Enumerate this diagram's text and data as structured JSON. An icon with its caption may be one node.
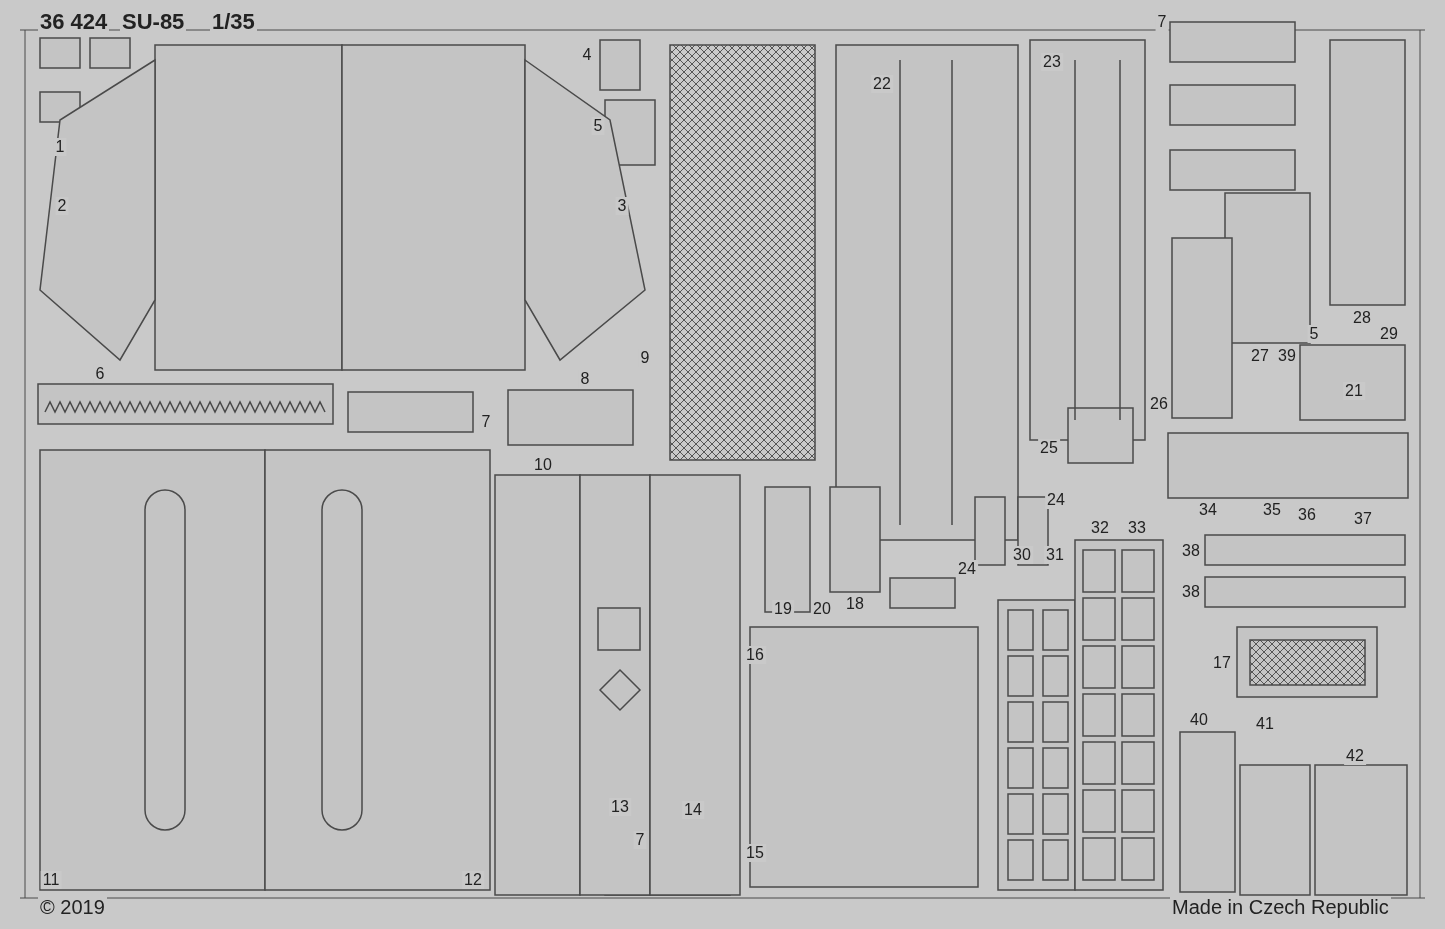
{
  "diagram": {
    "labels": [
      "36 424",
      "SU-85",
      "1/35",
      "7",
      "4",
      "23",
      "22",
      "5",
      "1",
      "2",
      "3",
      "28",
      "27",
      "39",
      "5",
      "29",
      "6",
      "8",
      "9",
      "21",
      "26",
      "7",
      "25",
      "10",
      "24",
      "34",
      "35",
      "36",
      "37",
      "32",
      "33",
      "30",
      "31",
      "24",
      "38",
      "18",
      "19",
      "20",
      "38",
      "16",
      "17",
      "40",
      "41",
      "42",
      "13",
      "14",
      "7",
      "15",
      "11",
      "12",
      "© 2019",
      "Made in Czech Republic"
    ]
  }
}
